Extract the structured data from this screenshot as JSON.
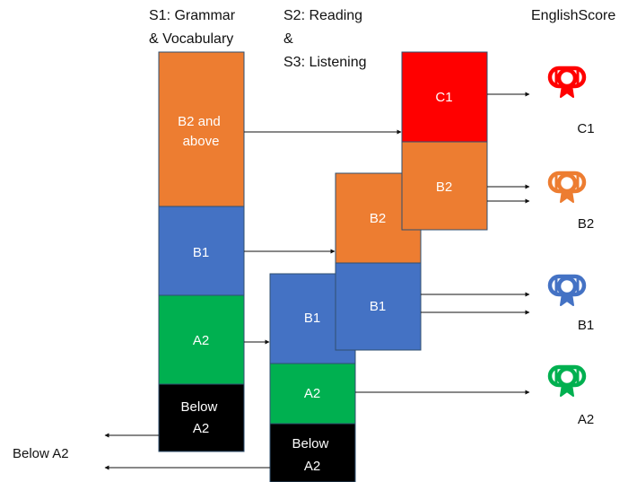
{
  "headers": {
    "s1": [
      "S1: Grammar",
      "& Vocabulary"
    ],
    "s2": [
      "S2: Reading",
      "&",
      "S3: Listening"
    ],
    "score": "EnglishScore"
  },
  "colors": {
    "orange": "#ED7D31",
    "blue": "#4472C4",
    "green": "#00B050",
    "black": "#000000",
    "red": "#FF0000"
  },
  "blocks": {
    "s1": {
      "b2_above": [
        "B2 and",
        "above"
      ],
      "b1": "B1",
      "a2": "A2",
      "below_a2": [
        "Below",
        "A2"
      ]
    },
    "s2": {
      "b1": "B1",
      "a2": "A2",
      "below_a2": [
        "Below",
        "A2"
      ]
    },
    "s3": {
      "b2": "B2",
      "b1": "B1"
    },
    "s4": {
      "c1": "C1",
      "b2": "B2"
    }
  },
  "certificates": [
    {
      "label": "C1",
      "color": "#FF0000",
      "icon": "certificate-icon"
    },
    {
      "label": "B2",
      "color": "#ED7D31",
      "icon": "certificate-icon"
    },
    {
      "label": "B1",
      "color": "#4472C4",
      "icon": "certificate-icon"
    },
    {
      "label": "A2",
      "color": "#00B050",
      "icon": "certificate-icon"
    }
  ],
  "outcome_below": "Below A2"
}
